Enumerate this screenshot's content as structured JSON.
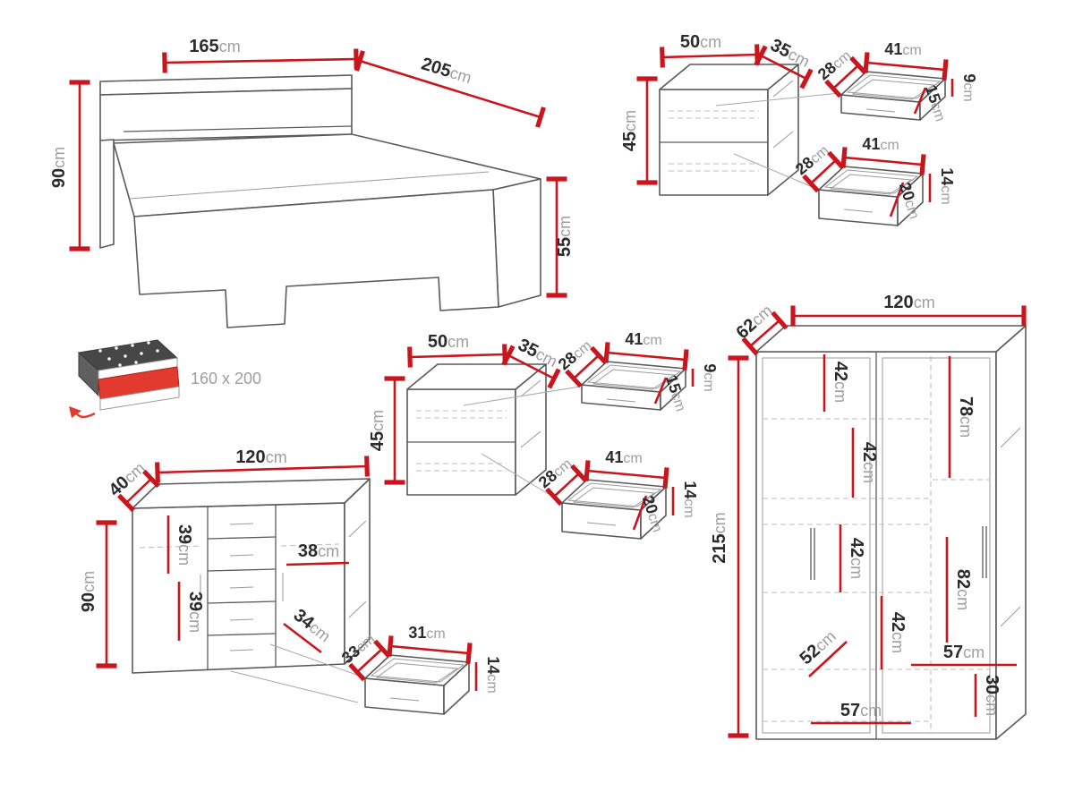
{
  "colors": {
    "dimension_red": "#c9151e",
    "outline_gray": "#5a5a5a",
    "secondary_gray": "#9a9a9a",
    "dash_gray": "#bdbdbd",
    "label_dark": "#2b2b2b",
    "label_unit_gray": "#9e9e9e",
    "callout_gray": "#a8a8a8",
    "icon_red": "#e23a2e",
    "icon_dark": "#474747",
    "background": "#ffffff"
  },
  "bed": {
    "width": {
      "value": "165",
      "unit": "cm"
    },
    "length": {
      "value": "205",
      "unit": "cm"
    },
    "height": {
      "value": "90",
      "unit": "cm"
    },
    "footboard_height": {
      "value": "55",
      "unit": "cm"
    },
    "mattress_size": "160 x 200"
  },
  "nightstand_top": {
    "width": {
      "value": "50",
      "unit": "cm"
    },
    "depth": {
      "value": "35",
      "unit": "cm"
    },
    "height": {
      "value": "45",
      "unit": "cm"
    },
    "drawer_small": {
      "depth": {
        "value": "28",
        "unit": "cm"
      },
      "width": {
        "value": "41",
        "unit": "cm"
      },
      "front_height": {
        "value": "9",
        "unit": "cm"
      },
      "inner_height": {
        "value": "15",
        "unit": "cm"
      }
    },
    "drawer_large": {
      "depth": {
        "value": "28",
        "unit": "cm"
      },
      "width": {
        "value": "41",
        "unit": "cm"
      },
      "front_height": {
        "value": "14",
        "unit": "cm"
      },
      "inner_height": {
        "value": "20",
        "unit": "cm"
      }
    }
  },
  "nightstand_bottom": {
    "width": {
      "value": "50",
      "unit": "cm"
    },
    "depth": {
      "value": "35",
      "unit": "cm"
    },
    "height": {
      "value": "45",
      "unit": "cm"
    },
    "drawer_small": {
      "depth": {
        "value": "28",
        "unit": "cm"
      },
      "width": {
        "value": "41",
        "unit": "cm"
      },
      "front_height": {
        "value": "9",
        "unit": "cm"
      },
      "inner_height": {
        "value": "15",
        "unit": "cm"
      }
    },
    "drawer_large": {
      "depth": {
        "value": "28",
        "unit": "cm"
      },
      "width": {
        "value": "41",
        "unit": "cm"
      },
      "front_height": {
        "value": "14",
        "unit": "cm"
      },
      "inner_height": {
        "value": "20",
        "unit": "cm"
      }
    }
  },
  "chest": {
    "depth": {
      "value": "40",
      "unit": "cm"
    },
    "width": {
      "value": "120",
      "unit": "cm"
    },
    "height": {
      "value": "90",
      "unit": "cm"
    },
    "inner_top_height": {
      "value": "39",
      "unit": "cm"
    },
    "inner_bottom_height": {
      "value": "39",
      "unit": "cm"
    },
    "inner_width": {
      "value": "38",
      "unit": "cm"
    },
    "inner_diagonal": {
      "value": "34",
      "unit": "cm"
    },
    "drawer": {
      "depth": {
        "value": "33",
        "unit": "cm"
      },
      "width": {
        "value": "31",
        "unit": "cm"
      },
      "height": {
        "value": "14",
        "unit": "cm"
      }
    }
  },
  "wardrobe": {
    "depth": {
      "value": "62",
      "unit": "cm"
    },
    "width": {
      "value": "120",
      "unit": "cm"
    },
    "height": {
      "value": "215",
      "unit": "cm"
    },
    "internal": [
      {
        "value": "42",
        "unit": "cm"
      },
      {
        "value": "78",
        "unit": "cm"
      },
      {
        "value": "42",
        "unit": "cm"
      },
      {
        "value": "42",
        "unit": "cm"
      },
      {
        "value": "82",
        "unit": "cm"
      },
      {
        "value": "42",
        "unit": "cm"
      },
      {
        "value": "52",
        "unit": "cm"
      },
      {
        "value": "57",
        "unit": "cm"
      },
      {
        "value": "30",
        "unit": "cm"
      },
      {
        "value": "57",
        "unit": "cm"
      }
    ]
  }
}
